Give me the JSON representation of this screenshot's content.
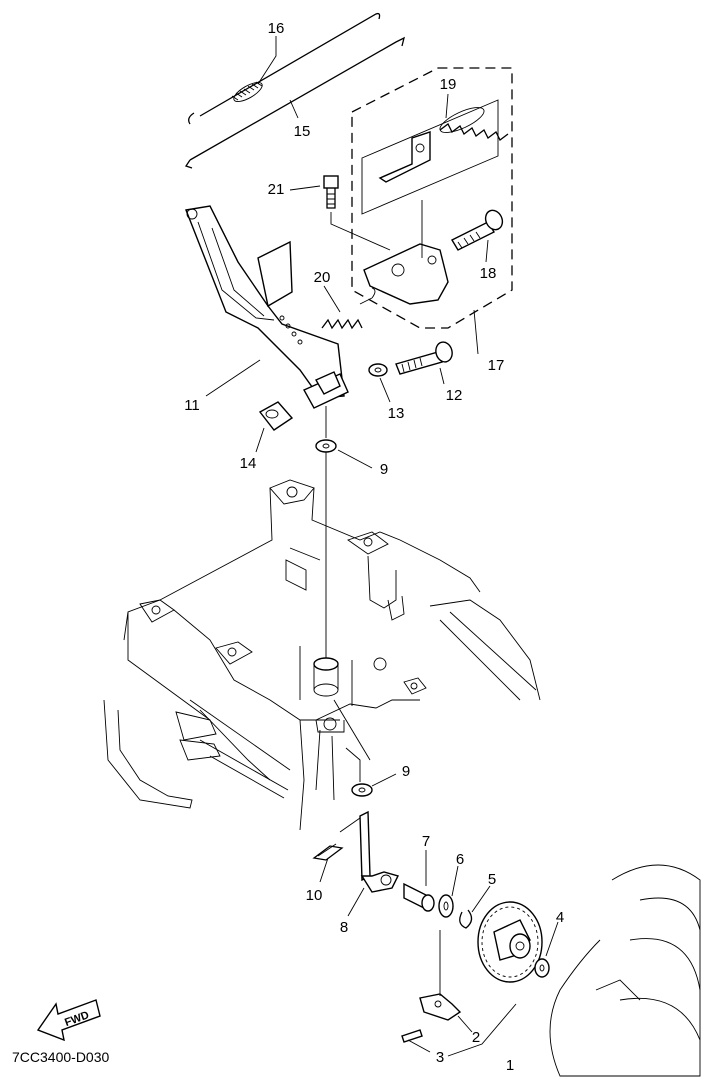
{
  "diagram": {
    "callouts": [
      {
        "id": "c16",
        "text": "16"
      },
      {
        "id": "c15",
        "text": "15"
      },
      {
        "id": "c19",
        "text": "19"
      },
      {
        "id": "c21",
        "text": "21"
      },
      {
        "id": "c18",
        "text": "18"
      },
      {
        "id": "c20",
        "text": "20"
      },
      {
        "id": "c17",
        "text": "17"
      },
      {
        "id": "c11",
        "text": "11"
      },
      {
        "id": "c12",
        "text": "12"
      },
      {
        "id": "c13",
        "text": "13"
      },
      {
        "id": "c14",
        "text": "14"
      },
      {
        "id": "c9a",
        "text": "9"
      },
      {
        "id": "c9b",
        "text": "9"
      },
      {
        "id": "c7",
        "text": "7"
      },
      {
        "id": "c6",
        "text": "6"
      },
      {
        "id": "c5",
        "text": "5"
      },
      {
        "id": "c4",
        "text": "4"
      },
      {
        "id": "c10",
        "text": "10"
      },
      {
        "id": "c8",
        "text": "8"
      },
      {
        "id": "c2",
        "text": "2"
      },
      {
        "id": "c3",
        "text": "3"
      },
      {
        "id": "c1",
        "text": "1"
      }
    ],
    "fwd_label": "FWD",
    "diagram_code": "7CC3400-D030"
  }
}
